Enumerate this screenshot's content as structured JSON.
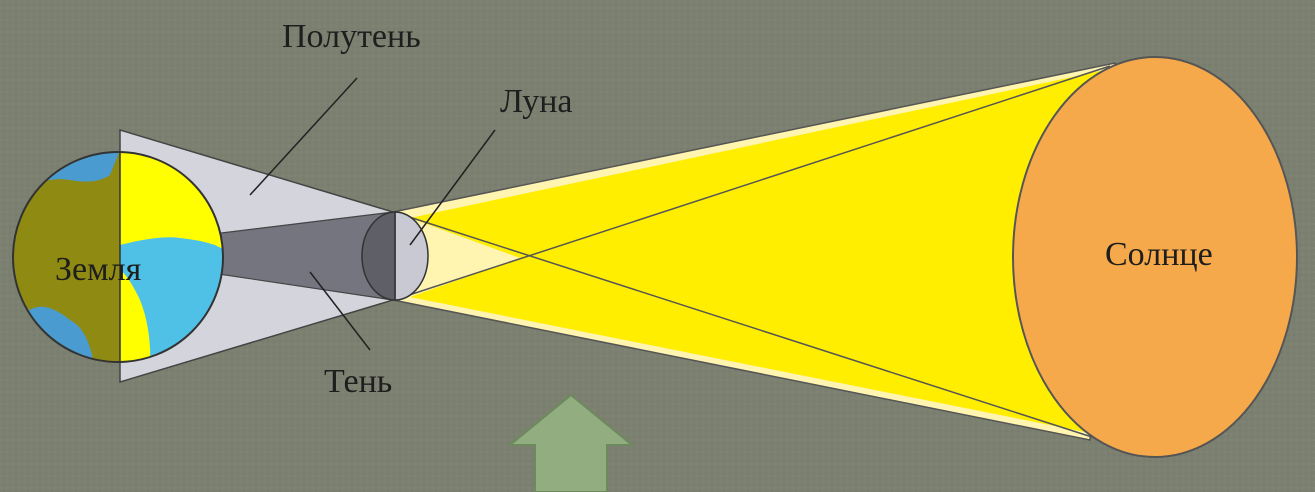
{
  "labels": {
    "penumbra": "Полутень",
    "moon": "Луна",
    "earth": "Земля",
    "sun": "Солнце",
    "umbra": "Тень"
  },
  "colors": {
    "background": "#7c8070",
    "sun": "#f6a94a",
    "sunlight": "#ffee00",
    "penumbra_light": "#fff5b0",
    "earth_shadow_penumbra": "#d4d4dc",
    "umbra": "#75757f",
    "earth_land": "#8f8a12",
    "earth_ocean": "#4a9cd0",
    "earth_day": "#ffff00",
    "moon_lit": "#c9c9d4",
    "moon_dark": "#5f5f68",
    "arrow": "#92ad7f"
  }
}
